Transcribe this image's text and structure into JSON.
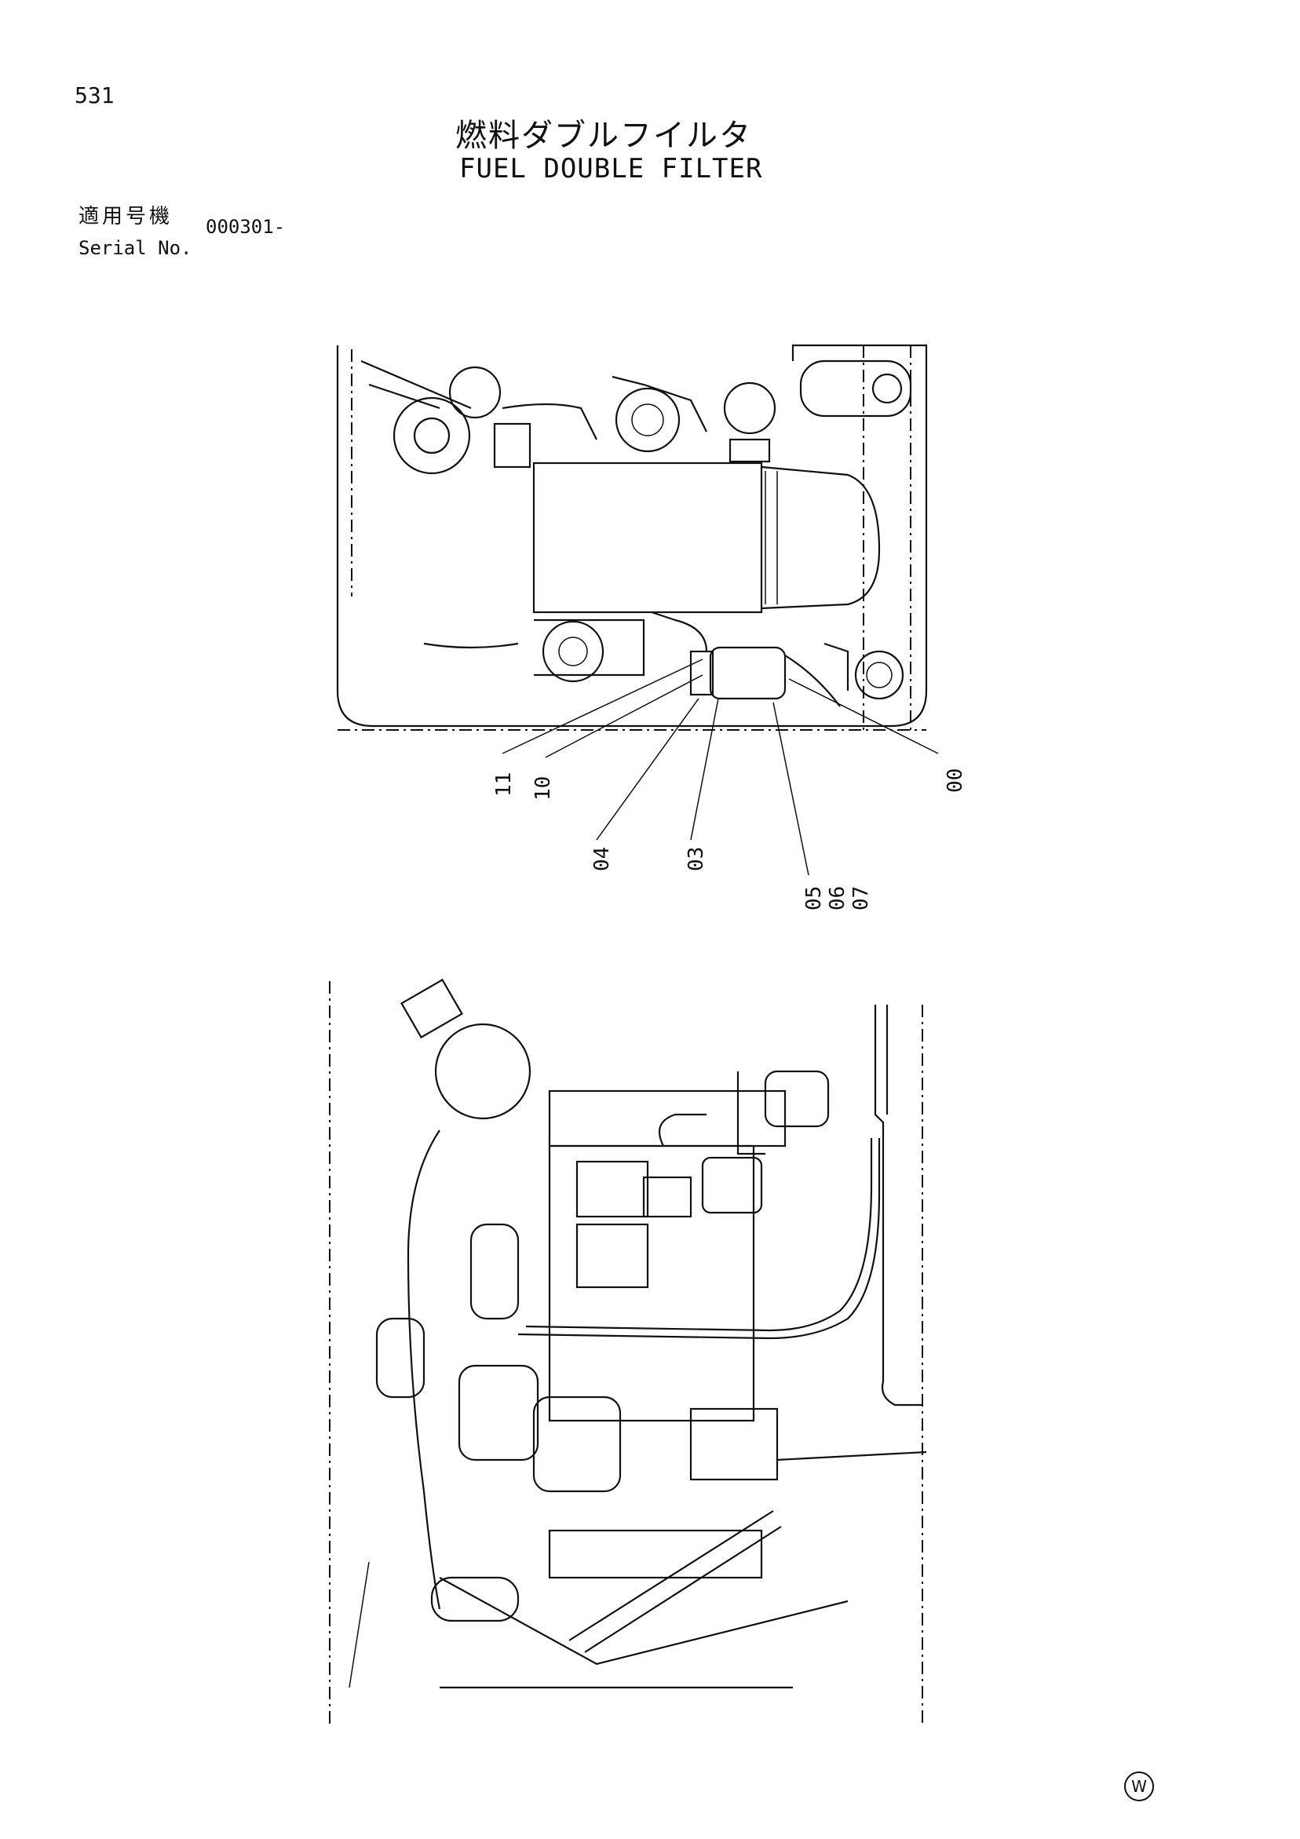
{
  "page_number": "531",
  "title_jp": "燃料ダブルフイルタ",
  "title_en": "FUEL DOUBLE FILTER",
  "serial": {
    "label_jp": "適用号機",
    "label_en": "Serial No.",
    "value": "000301-"
  },
  "callouts": [
    {
      "id": "11",
      "label": "11"
    },
    {
      "id": "10",
      "label": "10"
    },
    {
      "id": "04",
      "label": "04"
    },
    {
      "id": "03",
      "label": "03"
    },
    {
      "id": "05",
      "label": "05"
    },
    {
      "id": "06",
      "label": "06"
    },
    {
      "id": "07",
      "label": "07"
    },
    {
      "id": "00",
      "label": "00"
    }
  ],
  "brand_mark": "W"
}
